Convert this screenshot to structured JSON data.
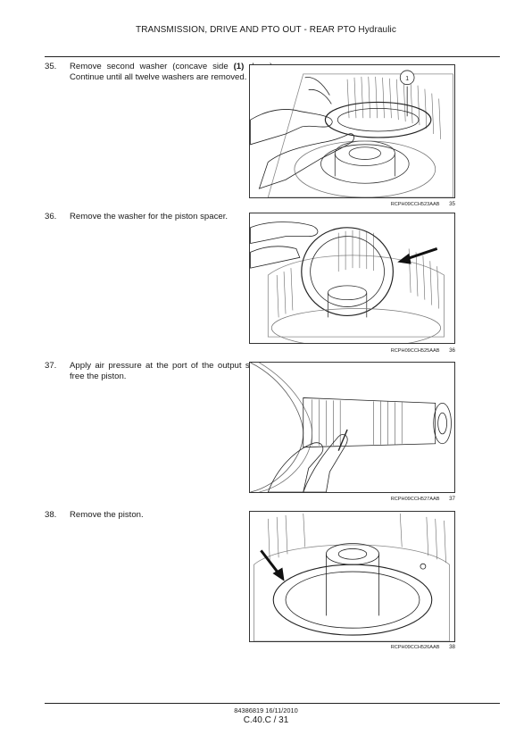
{
  "header": {
    "title": "TRANSMISSION, DRIVE AND PTO OUT - REAR PTO Hydraulic"
  },
  "steps": [
    {
      "number": "35.",
      "text_before": "Remove second washer (concave side ",
      "text_bold": "(1)",
      "text_after": " down). Continue until all twelve washers are removed.",
      "figure_code": "RCPH09CCH523AAB",
      "figure_number": "35",
      "callout": "1"
    },
    {
      "number": "36.",
      "text": "Remove the washer for the piston spacer.",
      "figure_code": "RCPH09CCH525AAB",
      "figure_number": "36"
    },
    {
      "number": "37.",
      "text": "Apply air pressure at the port of the output shaft to free the piston.",
      "figure_code": "RCPH09CCH527AAB",
      "figure_number": "37"
    },
    {
      "number": "38.",
      "text": "Remove the piston.",
      "figure_code": "RCPH09CCH526AAB",
      "figure_number": "38"
    }
  ],
  "footer": {
    "doc_ref": "84386819 16/11/2010",
    "page": "C.40.C / 31"
  }
}
